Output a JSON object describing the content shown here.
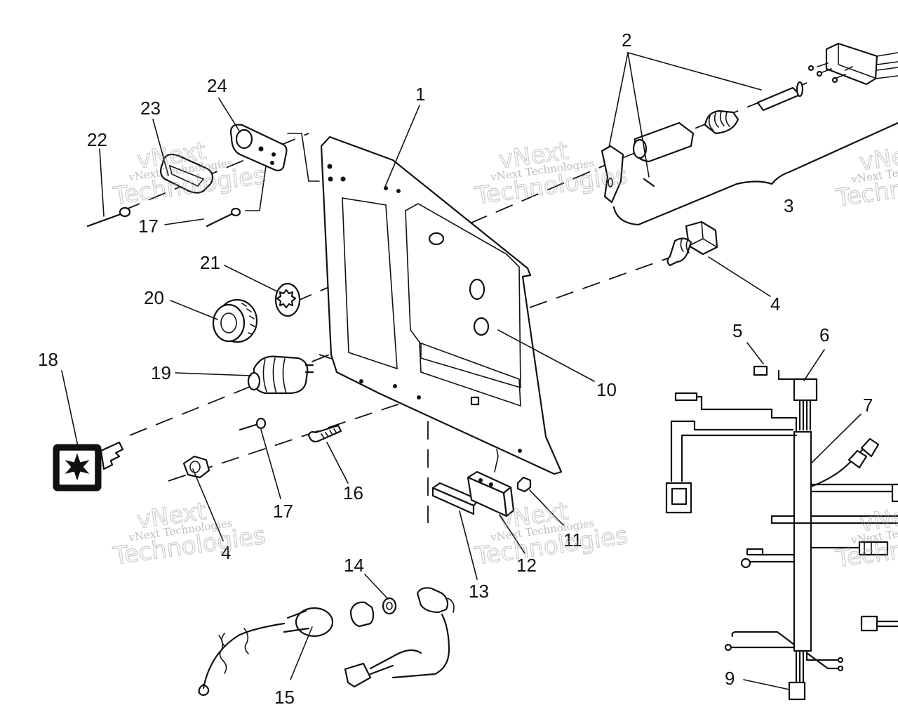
{
  "callouts": [
    {
      "id": "c1",
      "text": "1"
    },
    {
      "id": "c2",
      "text": "2"
    },
    {
      "id": "c3",
      "text": "3"
    },
    {
      "id": "c4a",
      "text": "4"
    },
    {
      "id": "c4b",
      "text": "4"
    },
    {
      "id": "c5",
      "text": "5"
    },
    {
      "id": "c6",
      "text": "6"
    },
    {
      "id": "c7",
      "text": "7"
    },
    {
      "id": "c9",
      "text": "9"
    },
    {
      "id": "c10",
      "text": "10"
    },
    {
      "id": "c11",
      "text": "11"
    },
    {
      "id": "c12",
      "text": "12"
    },
    {
      "id": "c13",
      "text": "13"
    },
    {
      "id": "c14",
      "text": "14"
    },
    {
      "id": "c15",
      "text": "15"
    },
    {
      "id": "c16",
      "text": "16"
    },
    {
      "id": "c17a",
      "text": "17"
    },
    {
      "id": "c17b",
      "text": "17"
    },
    {
      "id": "c18",
      "text": "18"
    },
    {
      "id": "c19",
      "text": "19"
    },
    {
      "id": "c20",
      "text": "20"
    },
    {
      "id": "c21",
      "text": "21"
    },
    {
      "id": "c22",
      "text": "22"
    },
    {
      "id": "c23",
      "text": "23"
    },
    {
      "id": "c24",
      "text": "24"
    }
  ],
  "watermark": {
    "line1": "vNext",
    "line2": "vNext Technologies",
    "line3": "Technologies"
  }
}
